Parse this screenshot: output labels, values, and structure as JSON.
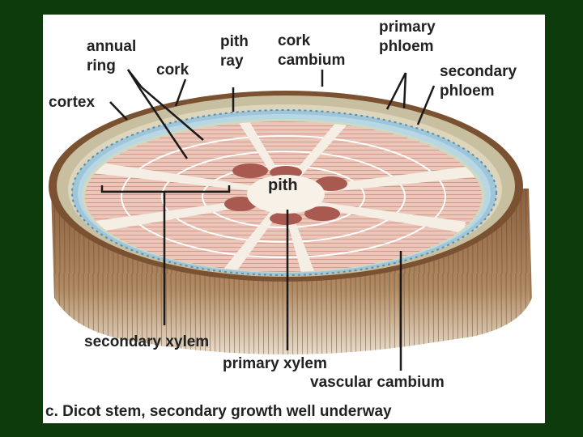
{
  "labels": {
    "annual_ring": [
      "annual",
      "ring"
    ],
    "cork": "cork",
    "pith_ray": [
      "pith",
      "ray"
    ],
    "cork_cambium": [
      "cork",
      "cambium"
    ],
    "primary_phloem": [
      "primary",
      "phloem"
    ],
    "secondary_phloem": [
      "secondary",
      "phloem"
    ],
    "cortex": "cortex",
    "pith": "pith",
    "secondary_xylem": "secondary xylem",
    "primary_xylem": "primary xylem",
    "vascular_cambium": "vascular cambium"
  },
  "caption": "c. Dicot stem, secondary growth well underway",
  "colors": {
    "slide_background": "#0e3b0c",
    "bark": "#7a5232",
    "cork": "#c8bfa0",
    "phloem_band": "#9ec6d8",
    "xylem": "#e8bfb3",
    "pith_core": "#a85a50"
  }
}
